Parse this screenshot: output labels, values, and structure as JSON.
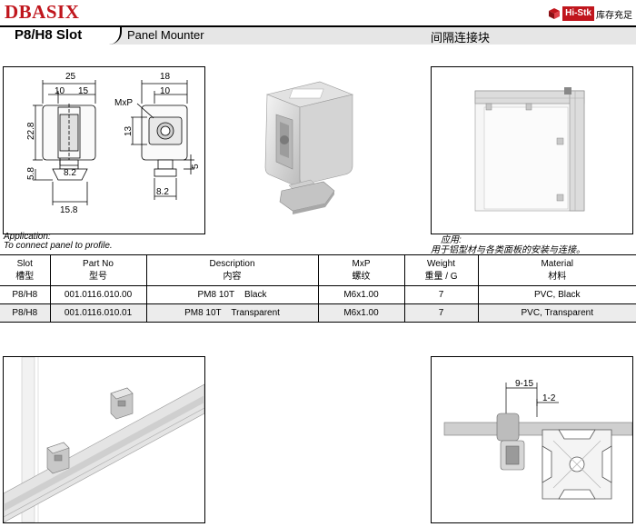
{
  "header": {
    "brand": "DBASIX",
    "badge_tag": "Hi-Stk",
    "badge_cn": "库存充足",
    "slot_title": "P8/H8  Slot",
    "product_title": "Panel Mounter",
    "product_cn": "间隔连接块"
  },
  "drawing": {
    "dims": {
      "d25": "25",
      "d10a": "10",
      "d15": "15",
      "d18": "18",
      "d10b": "10",
      "mxp": "MxP",
      "d22_8": "22.8",
      "d13": "13",
      "d8_2a": "8.2",
      "d5_8": "5.8",
      "d5": "5",
      "d8_2b": "8.2",
      "d15_8": "15.8"
    }
  },
  "application": {
    "en_label": "Application:",
    "en_text": "To connect panel to profile.",
    "cn_label": "应用:",
    "cn_text": "用于铝型材与各类面板的安装与连接。"
  },
  "table": {
    "headers": [
      {
        "en": "Slot",
        "cn": "槽型"
      },
      {
        "en": "Part No",
        "cn": "型号"
      },
      {
        "en": "Description",
        "cn": "内容"
      },
      {
        "en": "MxP",
        "cn": "螺纹"
      },
      {
        "en": "Weight",
        "cn": "重量 / G"
      },
      {
        "en": "Material",
        "cn": "材料"
      }
    ],
    "rows": [
      {
        "slot": "P8/H8",
        "part": "001.0116.010.00",
        "desc": "PM8 10T    Black",
        "mxp": "M6x1.00",
        "weight": "7",
        "material": "PVC, Black"
      },
      {
        "slot": "P8/H8",
        "part": "001.0116.010.01",
        "desc": "PM8 10T    Transparent",
        "mxp": "M6x1.00",
        "weight": "7",
        "material": "PVC, Transparent"
      }
    ]
  },
  "section": {
    "dim_a": "9-15",
    "dim_b": "1-2"
  },
  "colors": {
    "brand_red": "#c0161d",
    "band_gray": "#e6e6e6",
    "row_shade": "#ececec"
  }
}
